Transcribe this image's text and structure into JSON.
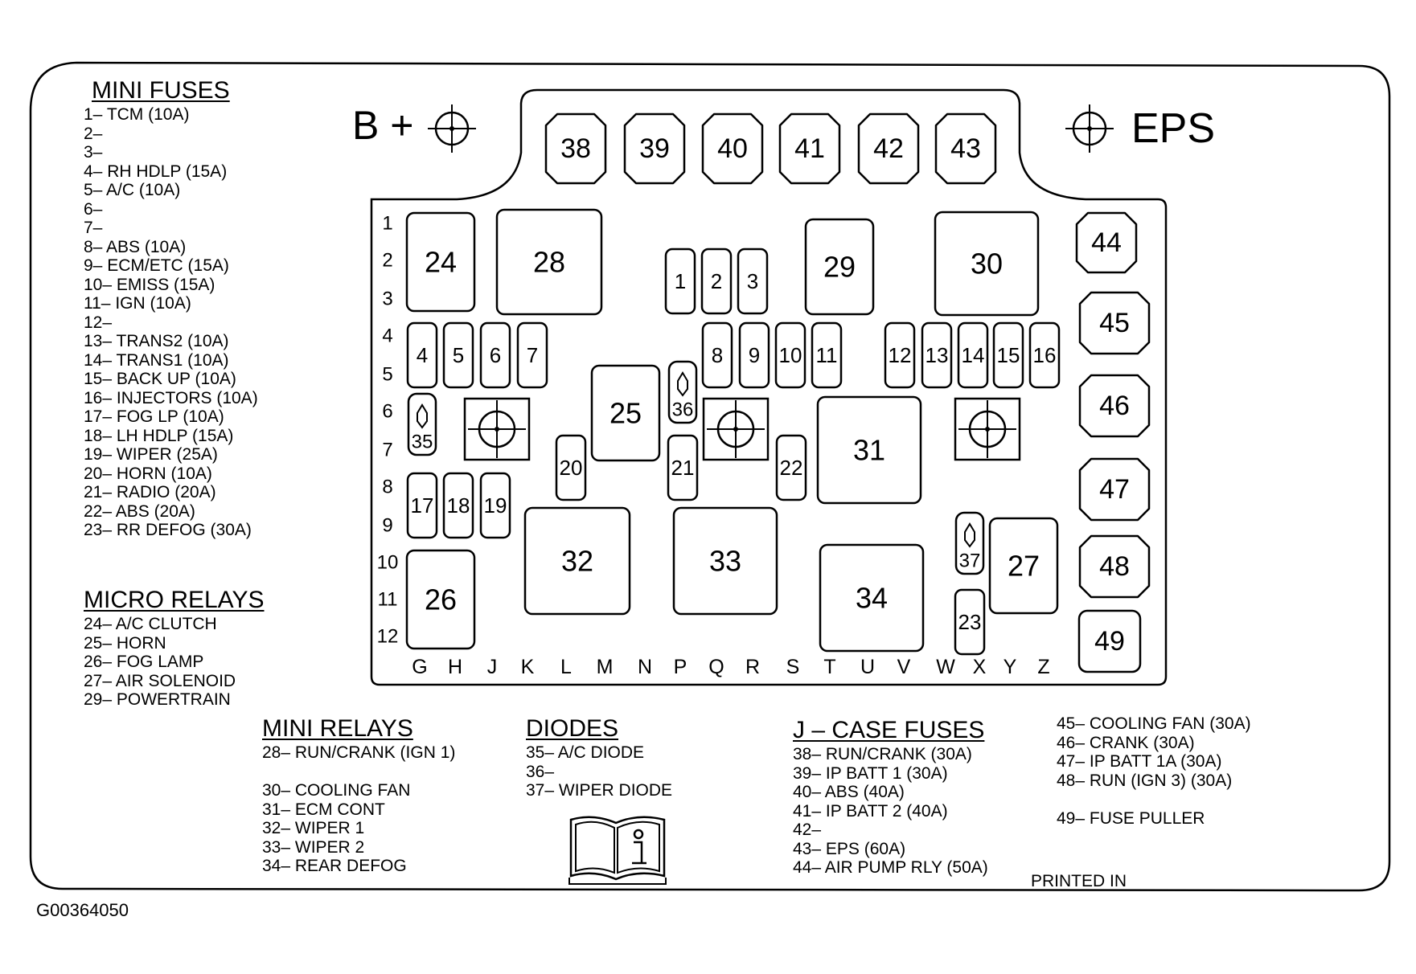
{
  "labels": {
    "b_plus": "B +",
    "eps": "EPS",
    "figure_id": "G00364050",
    "printed_in": "PRINTED IN"
  },
  "legends": {
    "mini_fuses": {
      "title": "MINI FUSES",
      "items": [
        "1– TCM (10A)",
        "2–",
        "3–",
        "4– RH HDLP (15A)",
        "5– A/C (10A)",
        "6–",
        "7–",
        "8– ABS (10A)",
        "9– ECM/ETC (15A)",
        "10– EMISS (15A)",
        "11– IGN (10A)",
        "12–",
        "13– TRANS2 (10A)",
        "14– TRANS1 (10A)",
        "15– BACK UP (10A)",
        "16– INJECTORS (10A)",
        "17– FOG LP (10A)",
        "18– LH HDLP (15A)",
        "19– WIPER (25A)",
        "20– HORN (10A)",
        "21– RADIO (20A)",
        "22– ABS (20A)",
        "23– RR DEFOG (30A)"
      ]
    },
    "micro_relays": {
      "title": "MICRO RELAYS",
      "items": [
        "24– A/C CLUTCH",
        "25– HORN",
        "26– FOG LAMP",
        "27– AIR SOLENOID",
        "29– POWERTRAIN"
      ]
    },
    "mini_relays": {
      "title": "MINI RELAYS",
      "items": [
        "28– RUN/CRANK (IGN 1)",
        "",
        "30– COOLING FAN",
        "31– ECM CONT",
        "32– WIPER 1",
        "33– WIPER 2",
        "34– REAR DEFOG"
      ]
    },
    "diodes": {
      "title": "DIODES",
      "items": [
        "35– A/C DIODE",
        "36–",
        "37– WIPER DIODE"
      ]
    },
    "j_case_fuses": {
      "title": "J – CASE FUSES",
      "items": [
        "38– RUN/CRANK (30A)",
        "39– IP BATT 1 (30A)",
        "40– ABS (40A)",
        "41– IP BATT 2 (40A)",
        "42–",
        "43– EPS (60A)",
        "44– AIR PUMP RLY (50A)"
      ]
    },
    "j_case_fuses_cont": {
      "items": [
        "45– COOLING FAN (30A)",
        "46– CRANK (30A)",
        "47– IP BATT 1A (30A)",
        "48– RUN (IGN 3) (30A)",
        "",
        "49– FUSE PULLER"
      ]
    }
  },
  "grid": {
    "rows": [
      "1",
      "2",
      "3",
      "4",
      "5",
      "6",
      "7",
      "8",
      "9",
      "10",
      "11",
      "12"
    ],
    "columns": [
      "G",
      "H",
      "J",
      "K",
      "L",
      "M",
      "N",
      "P",
      "Q",
      "R",
      "S",
      "T",
      "U",
      "V",
      "W",
      "X",
      "Y",
      "Z"
    ]
  },
  "components": {
    "mini_fuses": [
      "1",
      "2",
      "3",
      "4",
      "5",
      "6",
      "7",
      "8",
      "9",
      "10",
      "11",
      "12",
      "13",
      "14",
      "15",
      "16",
      "17",
      "18",
      "19",
      "20",
      "21",
      "22",
      "23"
    ],
    "relays": [
      "24",
      "25",
      "26",
      "27",
      "28",
      "29",
      "30",
      "31",
      "32",
      "33",
      "34"
    ],
    "diodes": [
      "35",
      "36",
      "37"
    ],
    "j_case_top": [
      "38",
      "39",
      "40",
      "41",
      "42",
      "43"
    ],
    "j_case_side": [
      "44",
      "45",
      "46",
      "47",
      "48",
      "49"
    ]
  }
}
